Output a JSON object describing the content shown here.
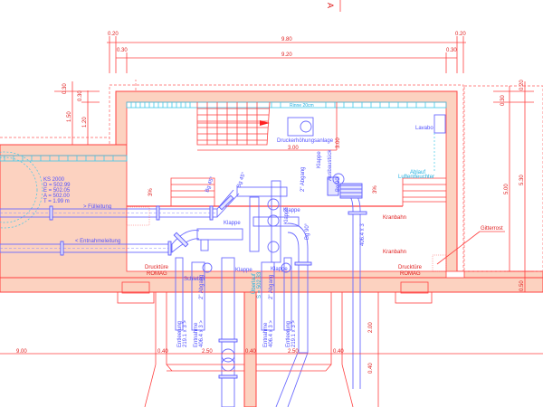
{
  "drawing": {
    "section_mark": "A",
    "dimensions": {
      "top_left_020": "0.20",
      "top_980": "9.80",
      "top_right_020": "0.20",
      "top_left_030": "0.30",
      "top_920": "9.20",
      "top_right_030": "0.30",
      "left_030a": "0.30",
      "left_030b": "0.30",
      "left_150": "1.50",
      "left_120": "1.20",
      "right_030": "0.30",
      "right_020": "0.20",
      "right_500": "5.00",
      "right_530": "5.30",
      "right_050": "0.50",
      "room_300_h": "3.00",
      "room_300_v": "3.00",
      "bottom_900": "9.00",
      "bottom_040a": "0.40",
      "bottom_250a": "2.50",
      "bottom_040b": "0.40",
      "bottom_250b": "2.50",
      "bottom_040c": "0.40",
      "shaft_200": "2.00",
      "shaft_040": "0.40"
    },
    "tank_info": [
      "KS 2000",
      "D = 502.99",
      "E = 502.05",
      "A = 502.00",
      "T = 1.99 m"
    ],
    "labels": {
      "rinne": "Rinne 20cm",
      "druckerhoehung": "Druckerhöhungsanlage",
      "lavabo": "Lavabo",
      "ablauf_1": "Ablauf",
      "ablauf_2": "Luftentfeuchter",
      "fuellleitung": "> Fülleitung",
      "entnahmeleitung": "< Entnahmeleitung",
      "kranbahn_1": "Kranbahn",
      "kranbahn_2": "Kranbahn",
      "gitterrost": "Gitterrost",
      "drucktuere_left_1": "Drucktüre",
      "drucktuere_left_2": "ROMAG",
      "drucktuere_right_1": "Drucktüre",
      "drucktuere_right_2": "ROMAG",
      "schieber": "Schieber",
      "klappe_1": "Klappe",
      "klappe_2": "Klappe",
      "klappe_3": "Klappe",
      "klappe_4": "Klappe",
      "klappe_5": "Klappe",
      "klappe_6": "Klappe",
      "bg45_1": "Bg 45°",
      "bg45_2": "Bg 45°",
      "bg90_1": "Bg 90°",
      "bg90_2": "Bg 90°",
      "abgang_1": "2\" Abgang",
      "abgang_2": "2\" Abgang",
      "abgang_3": "2\" Abgang",
      "ausbaustueck": "Ausbaustück",
      "ueberlauf_1": "Überlauf",
      "ueberlauf_2": "S = 502.33",
      "pipe_406": "406.4 x 3",
      "entleerung_left_1": "Entleerung",
      "entleerung_left_2": "219.1 x 3 >",
      "entnahme_left_1": "Entnahme",
      "entnahme_left_2": "406.4 x 3 >",
      "entnahme_right_1": "Entnahme",
      "entnahme_right_2": "406.4 x 3 >",
      "entleerung_right_1": "Entleerung",
      "entleerung_right_2": "219.1 x 3 >",
      "slope_1": "3%",
      "slope_2": "3%"
    }
  }
}
